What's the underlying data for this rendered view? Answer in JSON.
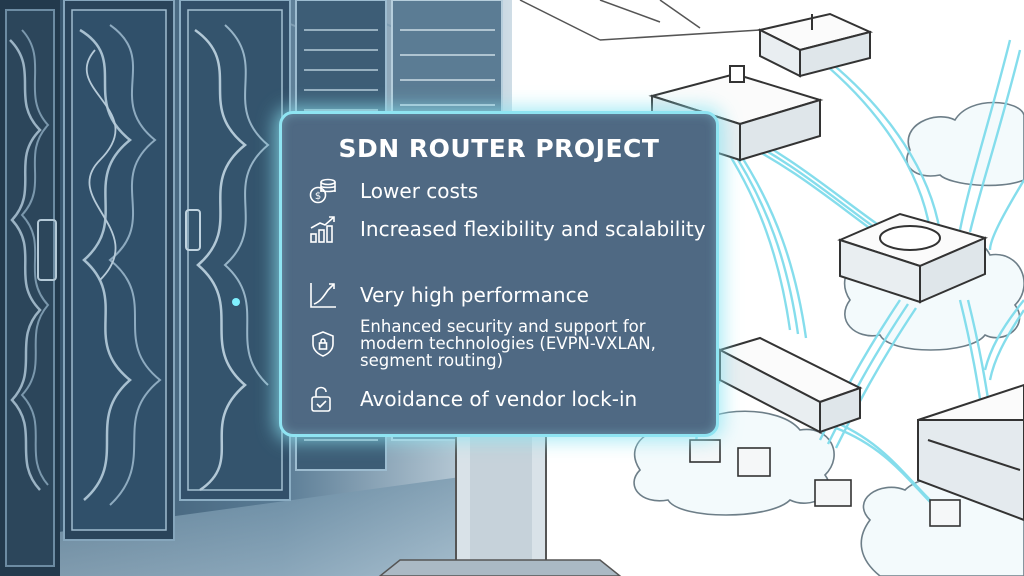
{
  "panel": {
    "title": "SDN ROUTER PROJECT",
    "items": [
      {
        "icon": "coins-icon",
        "label": "Lower costs"
      },
      {
        "icon": "growth-chart-icon",
        "label": "Increased flexibility and scalability"
      },
      {
        "icon": "performance-chart-icon",
        "label": "Very high performance"
      },
      {
        "icon": "shield-icon",
        "label": "Enhanced security and support for modern technologies (EVPN-VXLAN, segment routing)"
      },
      {
        "icon": "unlocked-padlock-icon",
        "label": "Avoidance of vendor lock-in"
      }
    ]
  },
  "colors": {
    "panel_background": "#4f6983",
    "panel_glow": "#8fe4f2",
    "datacenter_blue": "#4d6d86",
    "cable_cyan": "#7fdcec"
  }
}
